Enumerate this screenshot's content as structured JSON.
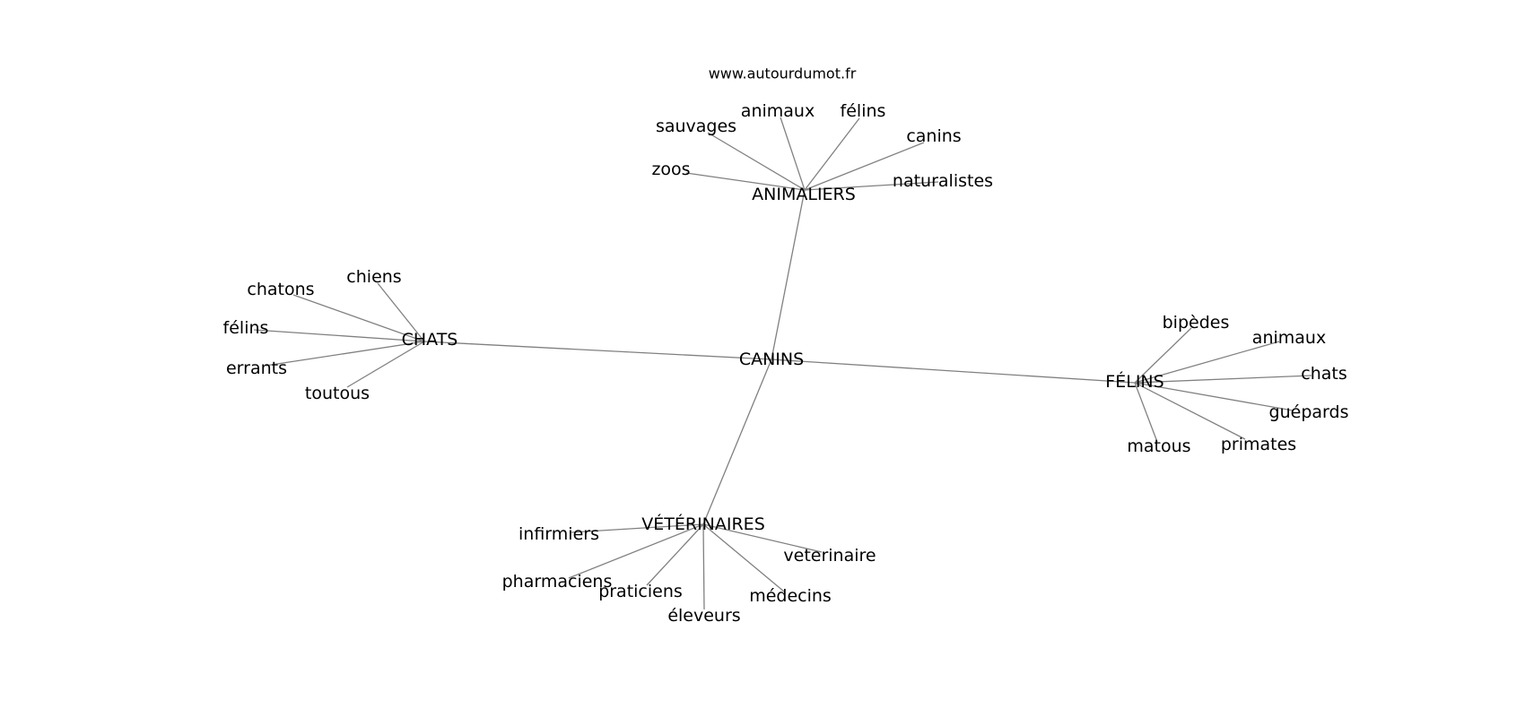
{
  "site": "www.autourdumot.fr",
  "center": {
    "id": "canins",
    "label": "CANINS"
  },
  "hubs": [
    {
      "id": "animaliers",
      "label": "ANIMALIERS",
      "leaves": [
        {
          "id": "sauvages",
          "label": "sauvages"
        },
        {
          "id": "animaux",
          "label": "animaux"
        },
        {
          "id": "felins",
          "label": "félins"
        },
        {
          "id": "canins",
          "label": "canins"
        },
        {
          "id": "zoos",
          "label": "zoos"
        },
        {
          "id": "naturalistes",
          "label": "naturalistes"
        }
      ]
    },
    {
      "id": "chats",
      "label": "CHATS",
      "leaves": [
        {
          "id": "chiens",
          "label": "chiens"
        },
        {
          "id": "chatons",
          "label": "chatons"
        },
        {
          "id": "felins",
          "label": "félins"
        },
        {
          "id": "errants",
          "label": "errants"
        },
        {
          "id": "toutous",
          "label": "toutous"
        }
      ]
    },
    {
      "id": "felins",
      "label": "FÉLINS",
      "leaves": [
        {
          "id": "bipedes",
          "label": "bipèdes"
        },
        {
          "id": "animaux",
          "label": "animaux"
        },
        {
          "id": "chats",
          "label": "chats"
        },
        {
          "id": "guepards",
          "label": "guépards"
        },
        {
          "id": "primates",
          "label": "primates"
        },
        {
          "id": "matous",
          "label": "matous"
        }
      ]
    },
    {
      "id": "veterinaires",
      "label": "VÉTÉRINAIRES",
      "leaves": [
        {
          "id": "infirmiers",
          "label": "infirmiers"
        },
        {
          "id": "pharmaciens",
          "label": "pharmaciens"
        },
        {
          "id": "praticiens",
          "label": "praticiens"
        },
        {
          "id": "eleveurs",
          "label": "éleveurs"
        },
        {
          "id": "medecins",
          "label": "médecins"
        },
        {
          "id": "veterinaire",
          "label": "veterinaire"
        }
      ]
    }
  ]
}
